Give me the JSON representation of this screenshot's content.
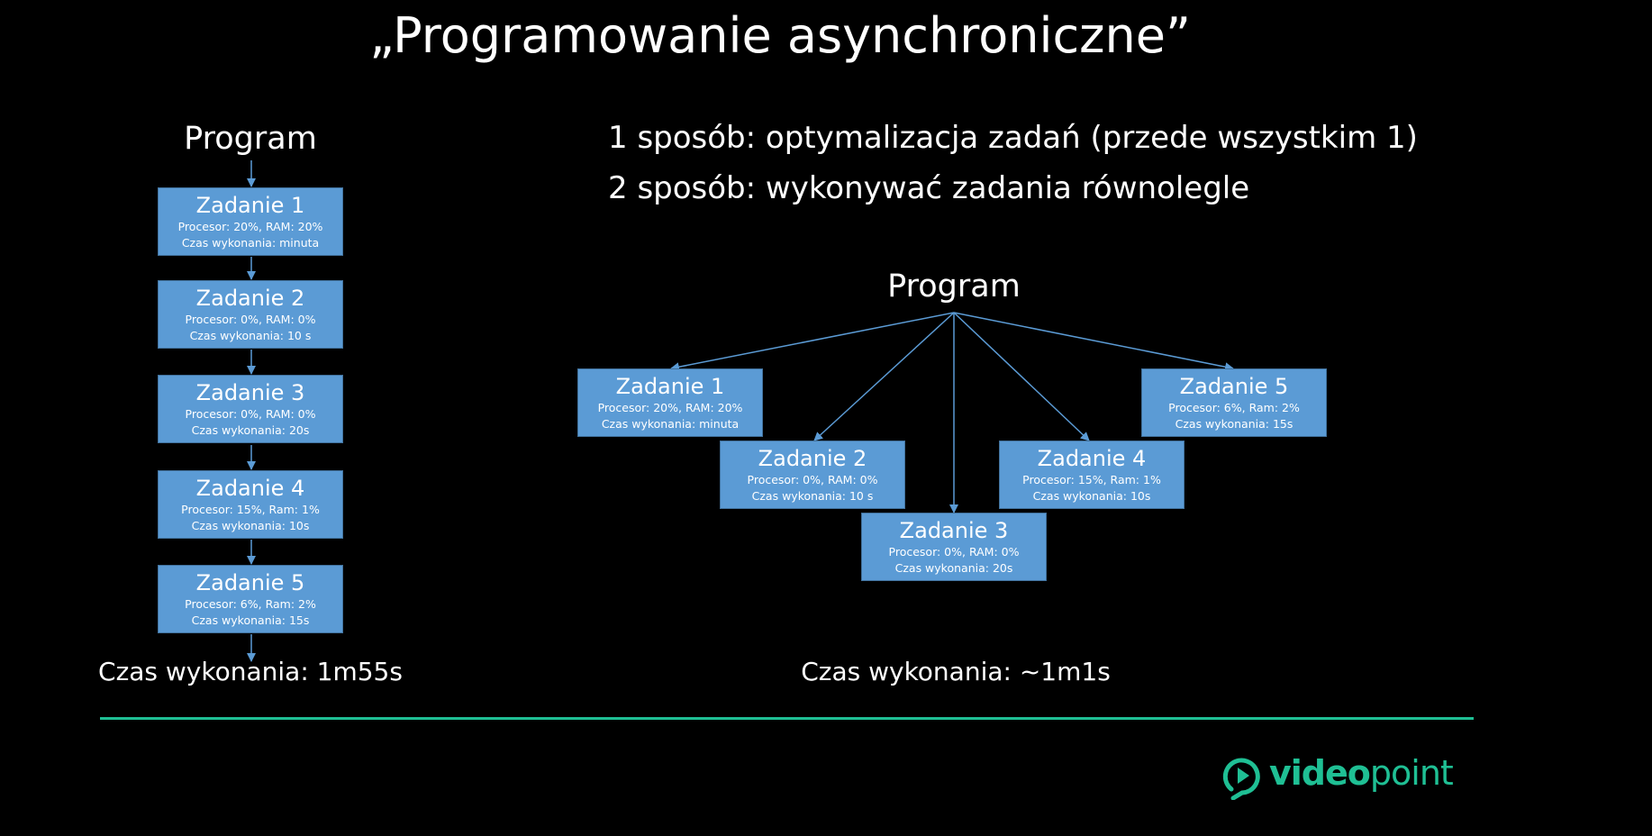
{
  "title": "„Programowanie asynchroniczne”",
  "left": {
    "program_label": "Program",
    "tasks": [
      {
        "name": "Zadanie 1",
        "resources": "Procesor: 20%, RAM: 20%",
        "time": "Czas wykonania: minuta"
      },
      {
        "name": "Zadanie 2",
        "resources": "Procesor: 0%, RAM: 0%",
        "time": "Czas wykonania: 10 s"
      },
      {
        "name": "Zadanie 3",
        "resources": "Procesor: 0%, RAM: 0%",
        "time": "Czas wykonania: 20s"
      },
      {
        "name": "Zadanie 4",
        "resources": "Procesor: 15%, Ram: 1%",
        "time": "Czas wykonania: 10s"
      },
      {
        "name": "Zadanie 5",
        "resources": "Procesor: 6%, Ram: 2%",
        "time": "Czas wykonania: 15s"
      }
    ],
    "total_time": "Czas wykonania: 1m55s"
  },
  "right": {
    "methods": [
      "1 sposób: optymalizacja zadań (przede wszystkim 1)",
      "2 sposób: wykonywać zadania równolegle"
    ],
    "program_label": "Program",
    "tasks": [
      {
        "name": "Zadanie 1",
        "resources": "Procesor: 20%, RAM: 20%",
        "time": "Czas wykonania: minuta"
      },
      {
        "name": "Zadanie 2",
        "resources": "Procesor: 0%, RAM: 0%",
        "time": "Czas wykonania: 10 s"
      },
      {
        "name": "Zadanie 3",
        "resources": "Procesor: 0%, RAM: 0%",
        "time": "Czas wykonania: 20s"
      },
      {
        "name": "Zadanie 4",
        "resources": "Procesor: 15%, Ram: 1%",
        "time": "Czas wykonania: 10s"
      },
      {
        "name": "Zadanie 5",
        "resources": "Procesor: 6%, Ram: 2%",
        "time": "Czas wykonania: 15s"
      }
    ],
    "total_time": "Czas wykonania: ~1m1s"
  },
  "logo": {
    "bold": "video",
    "light": "point"
  },
  "colors": {
    "box": "#5b9bd5",
    "box_border": "#41719c",
    "accent": "#1fbf94",
    "arrow": "#5b9bd5"
  }
}
